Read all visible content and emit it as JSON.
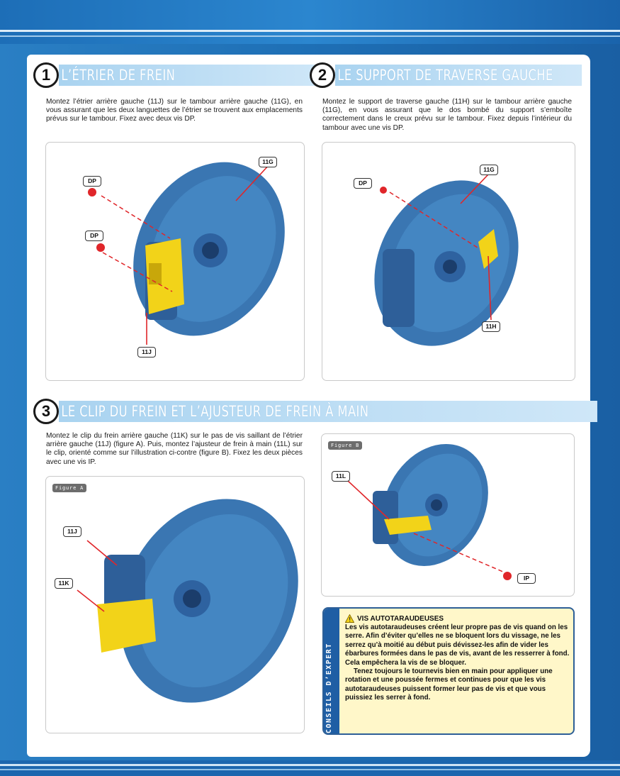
{
  "colors": {
    "accent_blue": "#1f5ea4",
    "header_bar": "#a9d3f0",
    "drum": "#3a76b2",
    "part_yellow": "#f2d319",
    "screw_red": "#e0262a",
    "expert_bg": "#fff7c9"
  },
  "steps": [
    {
      "number": "1",
      "title": "L’étrier de frein",
      "text": "Montez l’étrier arrière gauche (11J) sur le tambour arrière gauche (11G), en vous assurant que les deux languettes de l’étrier se trouvent aux emplacements prévus sur le tambour. Fixez avec deux vis DP.",
      "callouts": [
        "DP",
        "DP",
        "11G",
        "11J"
      ]
    },
    {
      "number": "2",
      "title": "Le support de traverse gauche",
      "text": "Montez le support de traverse gauche (11H) sur le tambour arrière gauche (11G), en vous assurant que le dos bombé du support s’emboîte correctement dans le creux prévu sur le tambour. Fixez depuis l’intérieur du tambour avec une vis DP.",
      "callouts": [
        "DP",
        "11G",
        "11H"
      ]
    },
    {
      "number": "3",
      "title": "Le clip du frein et l’ajusteur de frein à main",
      "text": "Montez le clip du frein arrière gauche (11K) sur le pas de vis saillant de l’étrier arrière gauche (11J) (figure A). Puis, montez l’ajusteur de frein à main (11L) sur le clip, orienté comme sur l’illustration ci-contre (figure B). Fixez les deux pièces avec une vis IP.",
      "figure_a": {
        "tag": "Figure A",
        "callouts": [
          "11J",
          "11K"
        ]
      },
      "figure_b": {
        "tag": "Figure B",
        "callouts": [
          "11L",
          "IP"
        ]
      }
    }
  ],
  "expert": {
    "side_label": "Conseils d’expert",
    "icon": "warning-triangle-icon",
    "title": "VIS AUTOTARAUDEUSES",
    "para1": "Les vis autotaraudeuses créent leur propre pas de vis quand on les serre. Afin d’éviter qu’elles ne se bloquent lors du vissage, ne les serrez qu’à moitié au début puis dévissez-les afin de vider les ébarbures formées dans le pas de vis, avant de les resserrer à fond. Cela empêchera la vis de se bloquer.",
    "para2": "Tenez toujours le tournevis bien en main pour appliquer une rotation et une poussée fermes et continues pour que les vis autotaraudeuses puissent former leur pas de vis et que vous puissiez les serrer à fond."
  }
}
